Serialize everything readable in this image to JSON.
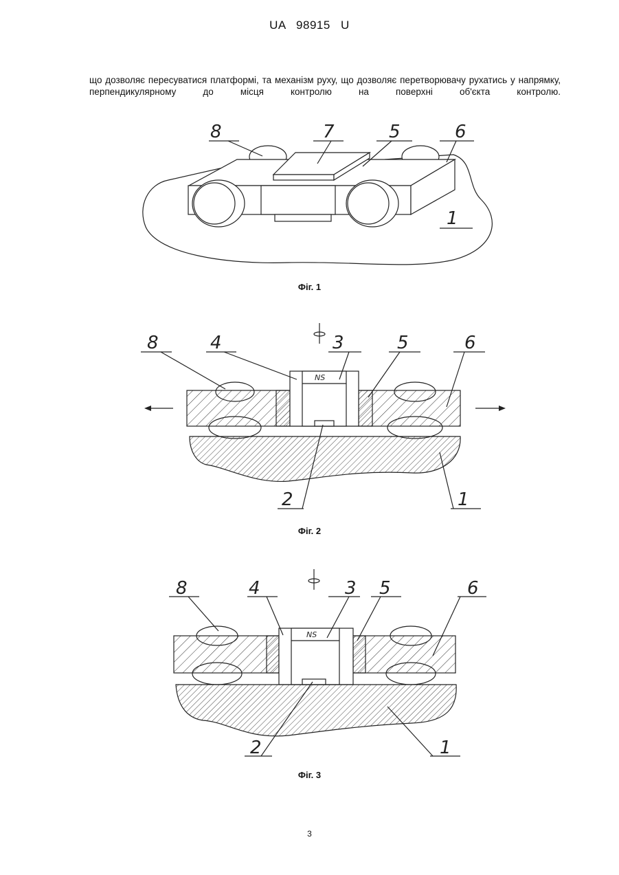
{
  "header": "UA 98915 U",
  "paragraph": "що дозволяє пересуватися платформі, та механізм руху, що дозволяє перетворювачу рухатись у напрямку, перпендикулярному до місця контролю на поверхні об'єкта контролю.",
  "figures": [
    {
      "caption": "Фіг. 1",
      "labels": [
        "8",
        "7",
        "5",
        "6",
        "1"
      ]
    },
    {
      "caption": "Фіг. 2",
      "labels": [
        "8",
        "4",
        "3",
        "5",
        "6",
        "2",
        "1"
      ],
      "magnet_text": "NS"
    },
    {
      "caption": "Фіг. 3",
      "labels": [
        "8",
        "4",
        "3",
        "5",
        "6",
        "2",
        "1"
      ],
      "magnet_text": "NS"
    }
  ],
  "page_number": "3"
}
